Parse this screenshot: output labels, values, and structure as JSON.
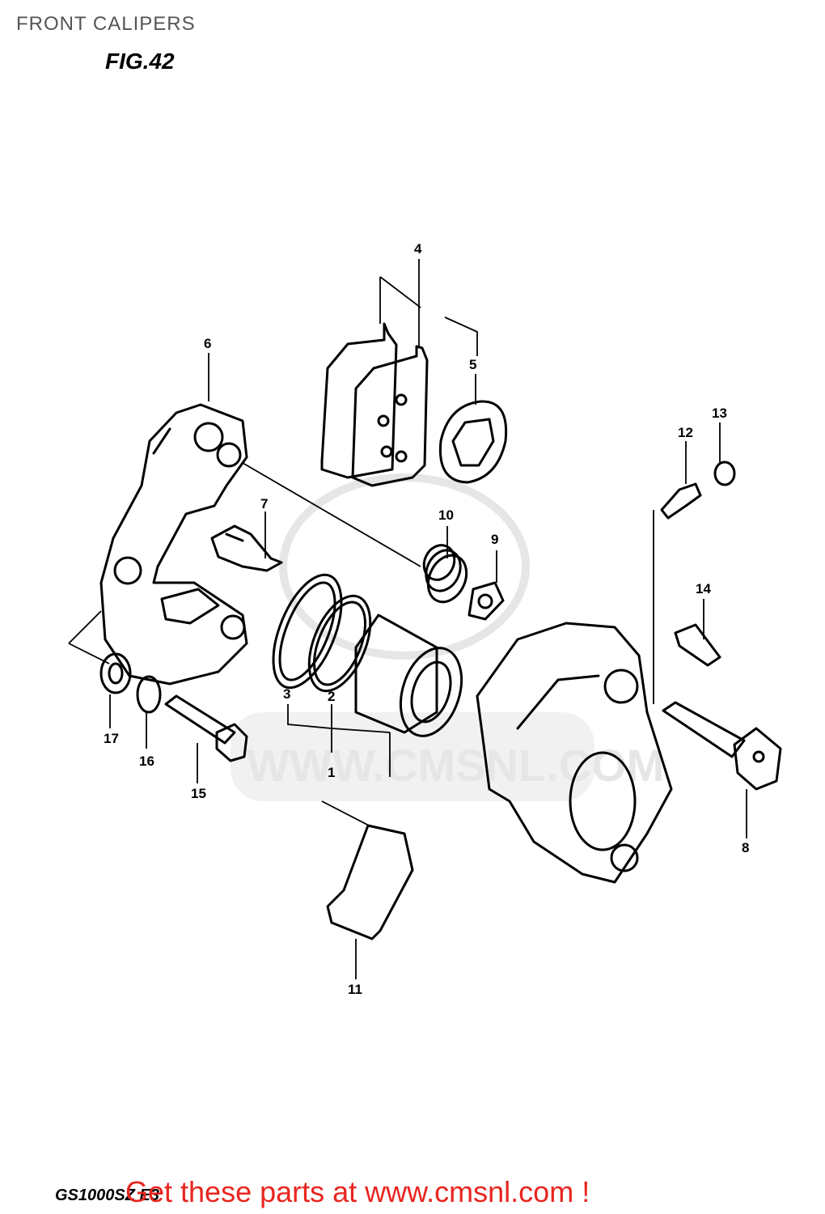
{
  "header": {
    "title": "FRONT CALIPERS",
    "figure": "FIG.42"
  },
  "watermark": {
    "site": "WWW.CMSNL.COM"
  },
  "diagram": {
    "callouts": [
      "1",
      "2",
      "3",
      "4",
      "5",
      "6",
      "7",
      "8",
      "9",
      "10",
      "11",
      "12",
      "13",
      "14",
      "15",
      "16",
      "17"
    ]
  },
  "footer": {
    "model_code": "GS1000SZ E3",
    "cta": "Get these parts at www.cmsnl.com !"
  },
  "colors": {
    "cta": "#e8251f",
    "title": "#555555",
    "line": "#000000",
    "watermark": "#e6e6e6"
  }
}
